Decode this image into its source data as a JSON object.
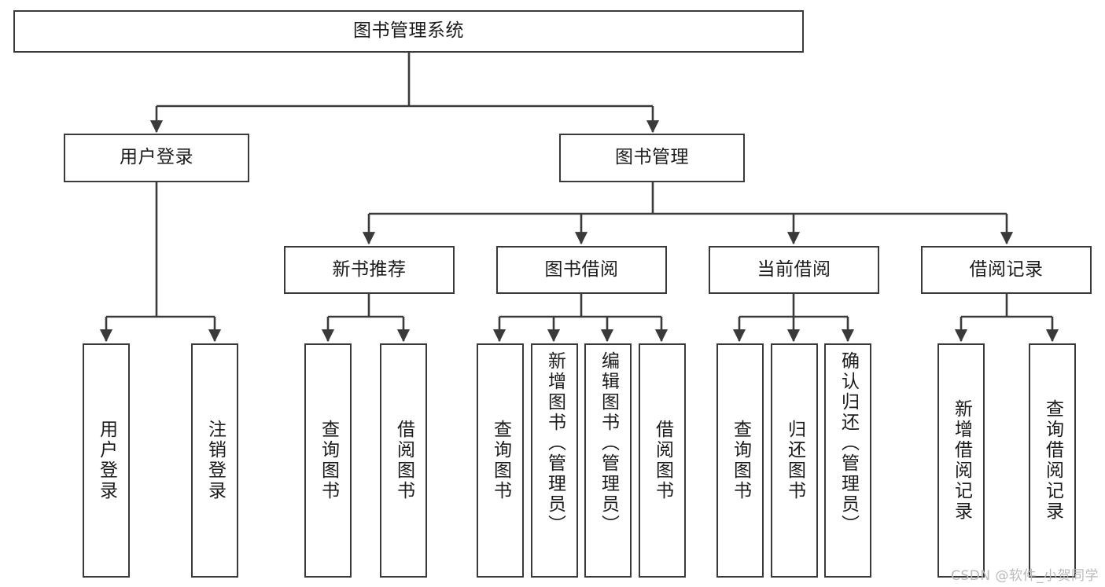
{
  "diagram": {
    "type": "tree-hierarchy-chart",
    "title": "图书管理系统",
    "watermark": "CSDN @软件_小贺同学",
    "colors": {
      "stroke": "#3a3a3a",
      "fill": "#ffffff",
      "text": "#1b1b1b",
      "watermark": "#b9b9b9"
    },
    "levels": {
      "root": {
        "label": "图书管理系统"
      },
      "level2": [
        {
          "label": "用户登录"
        },
        {
          "label": "图书管理"
        }
      ],
      "level3": [
        {
          "label": "新书推荐"
        },
        {
          "label": "图书借阅"
        },
        {
          "label": "当前借阅"
        },
        {
          "label": "借阅记录"
        }
      ],
      "leaves": [
        {
          "label": "用户登录",
          "parent": "用户登录"
        },
        {
          "label": "注销登录",
          "parent": "用户登录"
        },
        {
          "label": "查询图书",
          "parent": "新书推荐"
        },
        {
          "label": "借阅图书",
          "parent": "新书推荐"
        },
        {
          "label": "查询图书",
          "parent": "图书借阅"
        },
        {
          "label": "新增图书（管理员）",
          "parent": "图书借阅"
        },
        {
          "label": "编辑图书（管理员）",
          "parent": "图书借阅"
        },
        {
          "label": "借阅图书",
          "parent": "图书借阅"
        },
        {
          "label": "查询图书",
          "parent": "当前借阅"
        },
        {
          "label": "归还图书",
          "parent": "当前借阅"
        },
        {
          "label": "确认归还（管理员）",
          "parent": "当前借阅"
        },
        {
          "label": "新增借阅记录",
          "parent": "借阅记录"
        },
        {
          "label": "查询借阅记录",
          "parent": "借阅记录"
        }
      ]
    }
  }
}
